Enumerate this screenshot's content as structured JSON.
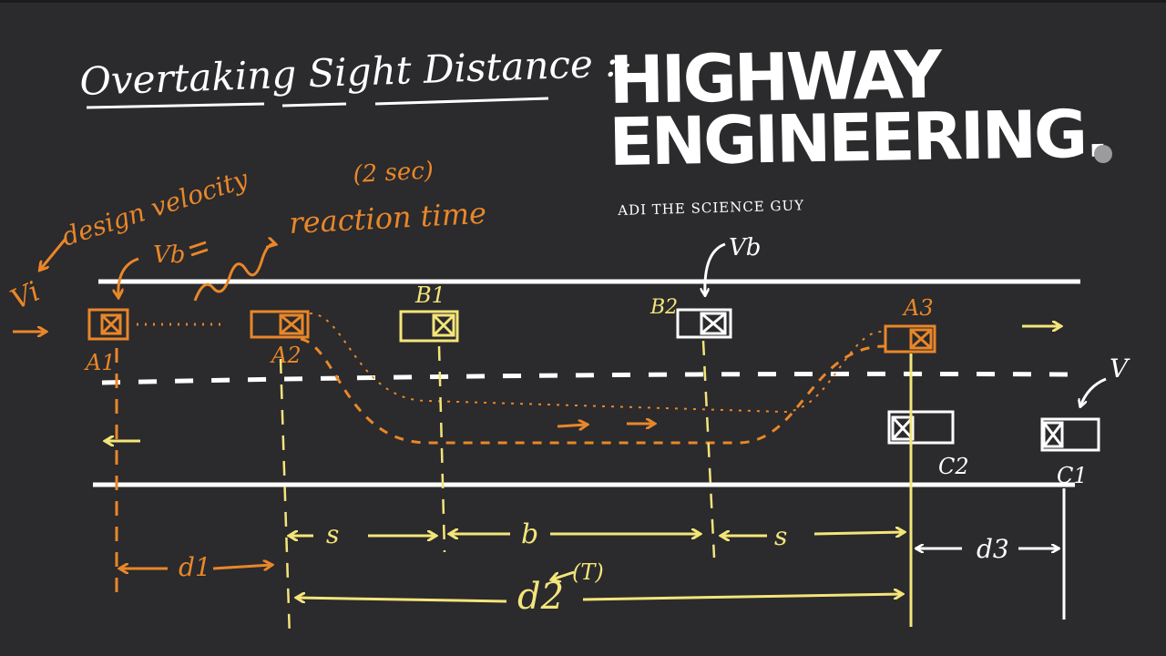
{
  "colors": {
    "background": "#2b2a2c",
    "white": "#ffffff",
    "orange": "#e8872a",
    "yellow": "#f3e57a",
    "dot": "#9b9a9c"
  },
  "title": {
    "handwritten": "Overtaking Sight Distance :-",
    "brand_line1": "HIGHWAY",
    "brand_line2": "ENGINEERING.",
    "byline": "ADI THE SCIENCE GUY"
  },
  "annotations": {
    "design_velocity": "design velocity",
    "reaction_time_seconds": "(2 sec)",
    "reaction_time": "reaction time",
    "vb": "Vb",
    "vb_right": "Vb",
    "vi": "Vi",
    "v": "V"
  },
  "vehicles": {
    "a1": "A1",
    "a2": "A2",
    "a3": "A3",
    "b1": "B1",
    "b2": "B2",
    "c1": "C1",
    "c2": "C2"
  },
  "distances": {
    "d1": "d1",
    "s_left": "s",
    "b": "b",
    "s_right": "s",
    "d3": "d3",
    "d2": "d2",
    "t": "(T)"
  }
}
